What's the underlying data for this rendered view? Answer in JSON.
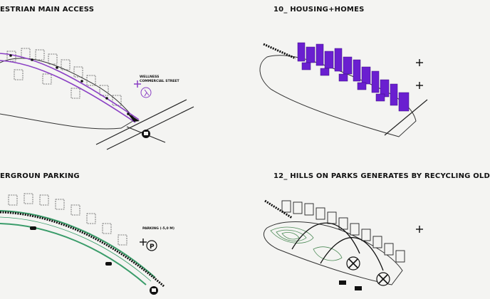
{
  "panels": [
    {
      "title": "ESTRIAN MAIN ACCESS",
      "labels": [
        "WELLNESS",
        "COMMERCIAL STREET"
      ]
    },
    {
      "title": "10_ HOUSING+HOMES"
    },
    {
      "title": "ERGROUN PARKING",
      "labels": [
        "PARKING (-5,0 M)"
      ]
    },
    {
      "title": "12_ HILLS ON PARKS GENERATES BY RECYCLING OLD"
    }
  ],
  "colors": {
    "pedestrian": "#8a3fc4",
    "housing": "#6a1fd0",
    "parking": "#3a9c6a",
    "ink": "#1a1a1a"
  }
}
